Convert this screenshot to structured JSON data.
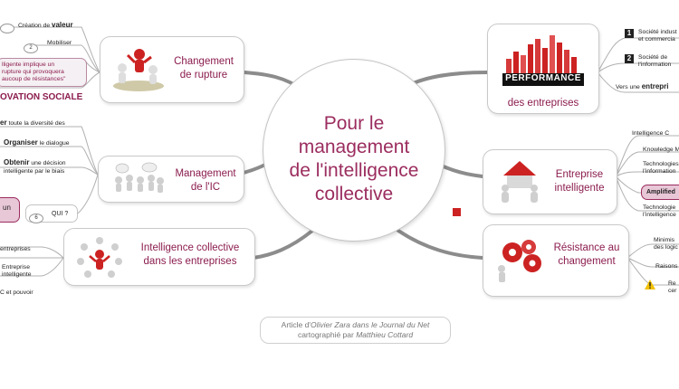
{
  "center": {
    "title_lines": [
      "Pour le",
      "management",
      "de l'intelligence",
      "collective"
    ]
  },
  "nodes": {
    "rupture": {
      "label_lines": [
        "Changement",
        "de rupture"
      ]
    },
    "management": {
      "label_lines": [
        "Management",
        "de l'IC"
      ]
    },
    "intelligence": {
      "label_lines": [
        "Intelligence collective",
        "dans les entreprises"
      ]
    },
    "performance": {
      "banner": "PERFORMANCE",
      "label": "des entreprises"
    },
    "entreprise": {
      "label_lines": [
        "Entreprise",
        "intelligente"
      ]
    },
    "resistance": {
      "label_lines": [
        "Résistance au",
        "changement"
      ]
    }
  },
  "rupture_details": {
    "creation_pre": "Création de",
    "creation_word": "valeur",
    "mobiliser": "Mobiliser",
    "num2": "2",
    "quote_lines": [
      "lligente implique un",
      "rupture qui provoquera",
      "aucoup de résistances\""
    ],
    "innovation": "OVATION SOCIALE"
  },
  "management_details": {
    "line1_bold": "er",
    "line1_rest": "toute la diversité des",
    "line2_bold": "Organiser",
    "line2_rest": "le dialogue",
    "line3_bold": "Obtenir",
    "line3_rest": "une décision",
    "line4": "intelligente par le biais",
    "un": "un",
    "qui": "QUI ?",
    "num6": "6"
  },
  "intelligence_details": {
    "item1": "entreprises",
    "item2_lines": [
      "Entreprise",
      "intelligente"
    ],
    "item3": "C et pouvoir"
  },
  "performance_details": {
    "num1": "1",
    "item1_lines": [
      "Société indust",
      "et commercia"
    ],
    "num2": "2",
    "item2_lines": [
      "Société de",
      "l'information"
    ],
    "item3_pre": "Vers une",
    "item3_word": "entrepri"
  },
  "entreprise_details": {
    "item1": "Intelligence C",
    "item2": "Knowledge M",
    "item3_lines": [
      "Technologies",
      "l'information"
    ],
    "item4": "Amplified",
    "item5_lines": [
      "Technologie",
      "l'intelligence"
    ]
  },
  "resistance_details": {
    "item1_lines": [
      "Minimis",
      "des logic"
    ],
    "item2": "Raisons",
    "item3_lines": [
      "Re",
      "cer"
    ]
  },
  "caption": {
    "line1_pre": "Article d'",
    "line1_italic": "Olivier Zara dans le Journal du Net",
    "line2_pre": "cartographié par ",
    "line2_italic": "Matthieu Cottard"
  },
  "colors": {
    "accent": "#9b2d5f",
    "link": "#8a8a8a",
    "red": "#cc2222"
  }
}
